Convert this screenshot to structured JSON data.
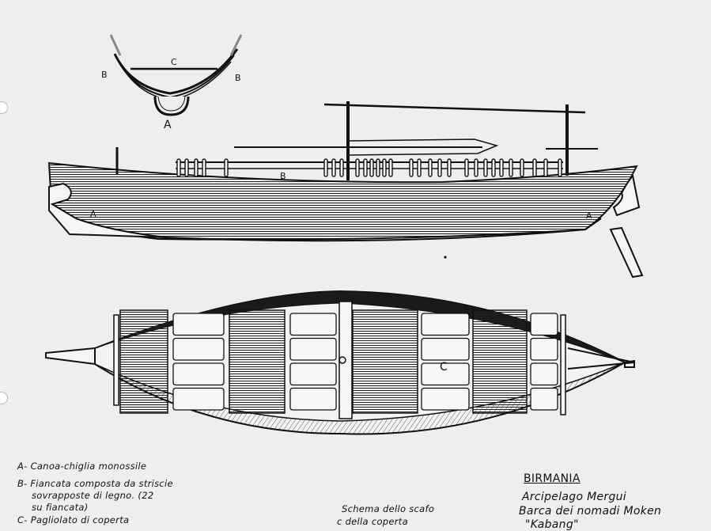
{
  "drawing": {
    "section_labels": {
      "bottom": "A",
      "side_left": "B",
      "side_right": "B",
      "deck": "C"
    },
    "profile_labels": {
      "bow": "A",
      "stern": "A",
      "gunwale": "B"
    },
    "plan_labels": {
      "deck": "C"
    }
  },
  "legend": [
    "A- Canoa-chiglia monossile",
    "B- Fiancata composta da striscie",
    "sovrapposte di legno. (22",
    "su fiancata)",
    "C- Pagliolato di coperta"
  ],
  "caption": {
    "line1": "Schema dello scafo",
    "line2": "c della coperta"
  },
  "title_block": {
    "country": "BIRMANIA",
    "line1": "Arcipelago Mergui",
    "line2": "Barca dei nomadi Moken",
    "line3": "\"Kabang\""
  }
}
